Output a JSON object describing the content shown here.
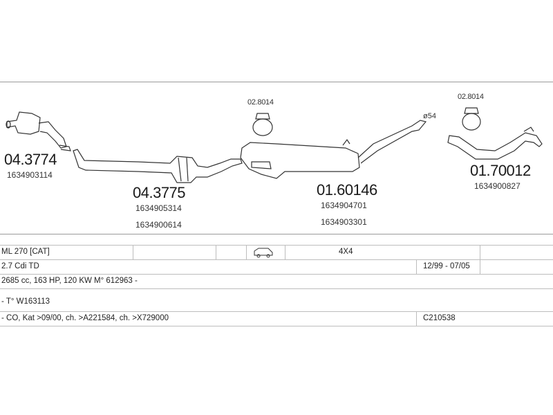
{
  "parts": [
    {
      "number": "04.3774",
      "oem": [
        "1634903114"
      ]
    },
    {
      "number": "04.3775",
      "oem": [
        "1634905314",
        "1634900614"
      ]
    },
    {
      "number": "01.60146",
      "oem": [
        "1634904701",
        "1634903301"
      ]
    },
    {
      "number": "01.70012",
      "oem": [
        "1634900827"
      ]
    }
  ],
  "clamps": [
    "02.8014",
    "02.8014"
  ],
  "pipe_diameter": "ø54",
  "info_table": {
    "model": "ML 270  [CAT]",
    "drive": "4X4",
    "engine": "2.7 Cdi TD",
    "period": "12/99 - 07/05",
    "spec": "2685 cc, 163 HP, 120 KW M° 612963 -",
    "type": "- T° W163113",
    "notes": "- CO, Kat >09/00, ch. >A221584, ch. >X729000",
    "code": "C210538"
  }
}
